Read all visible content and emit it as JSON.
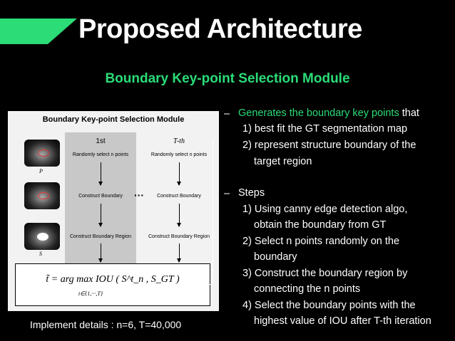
{
  "slide": {
    "title": "Proposed Architecture",
    "subtitle": "Boundary Key-point Selection Module",
    "accent_color": "#2bdc77"
  },
  "diagram": {
    "title": "Boundary Key-point Selection Module",
    "col1_head": "1st",
    "col2_head": "T-th",
    "select1": "Randomly select n points",
    "select2": "Randomly select n points",
    "construct1": "Construct Boundary",
    "construct2": "Construct Boundary",
    "region1": "Construct Boundary Region",
    "region2": "Construct Boundary Region",
    "dots": "···",
    "label_p": "P",
    "label_s": "S",
    "formula": "t̃ = arg max IOU ( S^t_n , S_GT )",
    "formula_sub": "t∈{1,···,T}"
  },
  "bullets": {
    "b1_lead": "Generates the boundary key points",
    "b1_tail": " that",
    "b1_items": [
      "1) best fit the GT segmentation map",
      "2) represent structure boundary of the",
      "target region"
    ],
    "b2_lead": "Steps",
    "b2_items": [
      "1) Using canny edge detection algo,",
      "obtain the boundary from GT",
      "2) Select n points randomly on the",
      "boundary",
      "3) Construct the boundary region by",
      "connecting the n points",
      "4) Select the boundary points with the",
      "highest value of IOU after T-th iteration"
    ],
    "dash": "–"
  },
  "footer": {
    "text": "Implement details : n=6, T=40,000"
  }
}
